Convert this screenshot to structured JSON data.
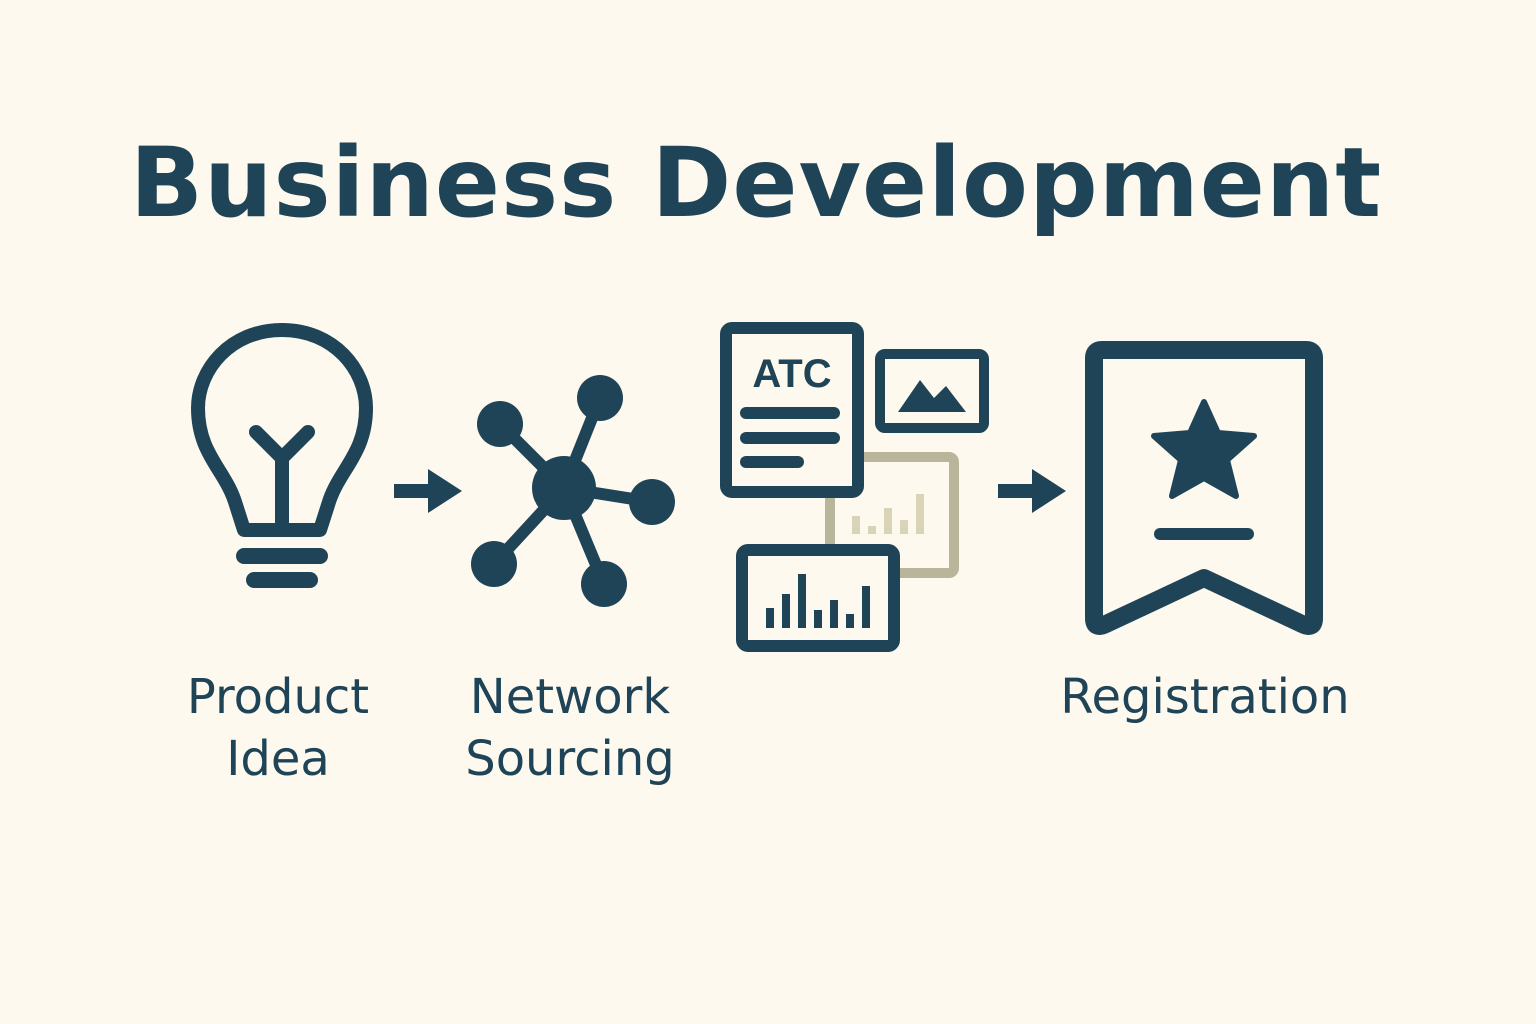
{
  "title": "Business Development",
  "steps": [
    {
      "icon": "lightbulb-icon",
      "label_lines": [
        "Product",
        "Idea"
      ]
    },
    {
      "icon": "network-icon",
      "label_lines": [
        "Network",
        "Sourcing"
      ]
    },
    {
      "icon": "documents-icon",
      "label_lines": [],
      "document_heading": "ATC"
    },
    {
      "icon": "bookmark-star-icon",
      "label_lines": [
        "Registration"
      ]
    }
  ],
  "colors": {
    "background": "#fdf9ee",
    "primary": "#1f4457",
    "muted": "#b9b59a"
  }
}
